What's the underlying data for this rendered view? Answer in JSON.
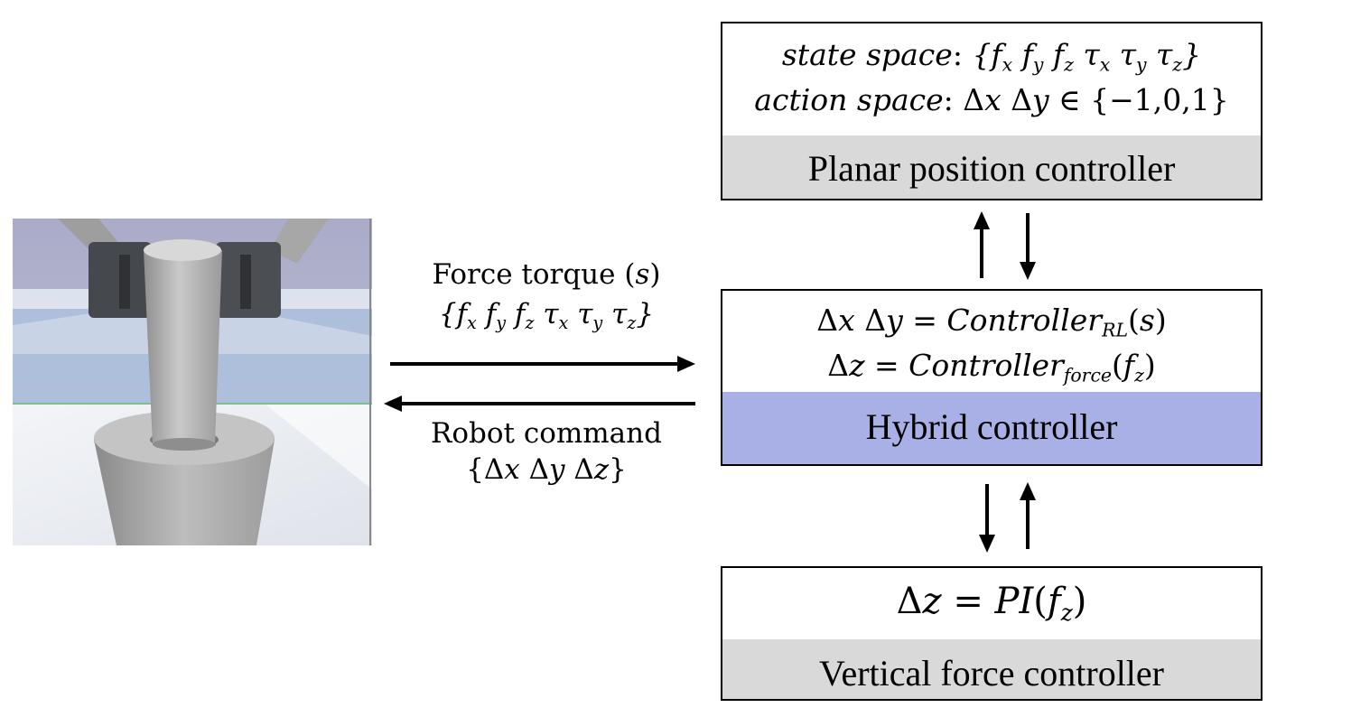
{
  "link": {
    "top_line1": "Force torque (",
    "top_var": "s",
    "top_line1_end": ")",
    "top_line2": "{fₓ fᵧ f_z τₓ τᵧ τ_z}",
    "bottom_line1": "Robot command",
    "bottom_line2": "{Δx  Δy Δz}"
  },
  "planar": {
    "state_label": "state space",
    "state_value": "{fₓ fᵧ f_z τₓ τᵧ τ_z}",
    "action_label": "action space",
    "action_value": "Δx Δy ∈ {−1,0,1}",
    "title": "Planar position controller"
  },
  "hybrid": {
    "eq1_lhs": "Δx  Δy = ",
    "eq1_func": "Controller",
    "eq1_sub": "RL",
    "eq1_arg": "(s)",
    "eq2_lhs": "Δz = ",
    "eq2_func": "Controller",
    "eq2_sub": "force",
    "eq2_arg": "(f",
    "eq2_arg_sub": "z",
    "eq2_arg_end": ")",
    "title": "Hybrid controller"
  },
  "force": {
    "eq_lhs": "Δz  = ",
    "eq_func": "PI",
    "eq_arg": "(f",
    "eq_arg_sub": "z",
    "eq_arg_end": ")",
    "title": "Vertical force controller"
  },
  "colors": {
    "planar_title_bg": "#d9d9d9",
    "hybrid_title_bg": "#a8b0e6",
    "force_title_bg": "#d9d9d9"
  }
}
